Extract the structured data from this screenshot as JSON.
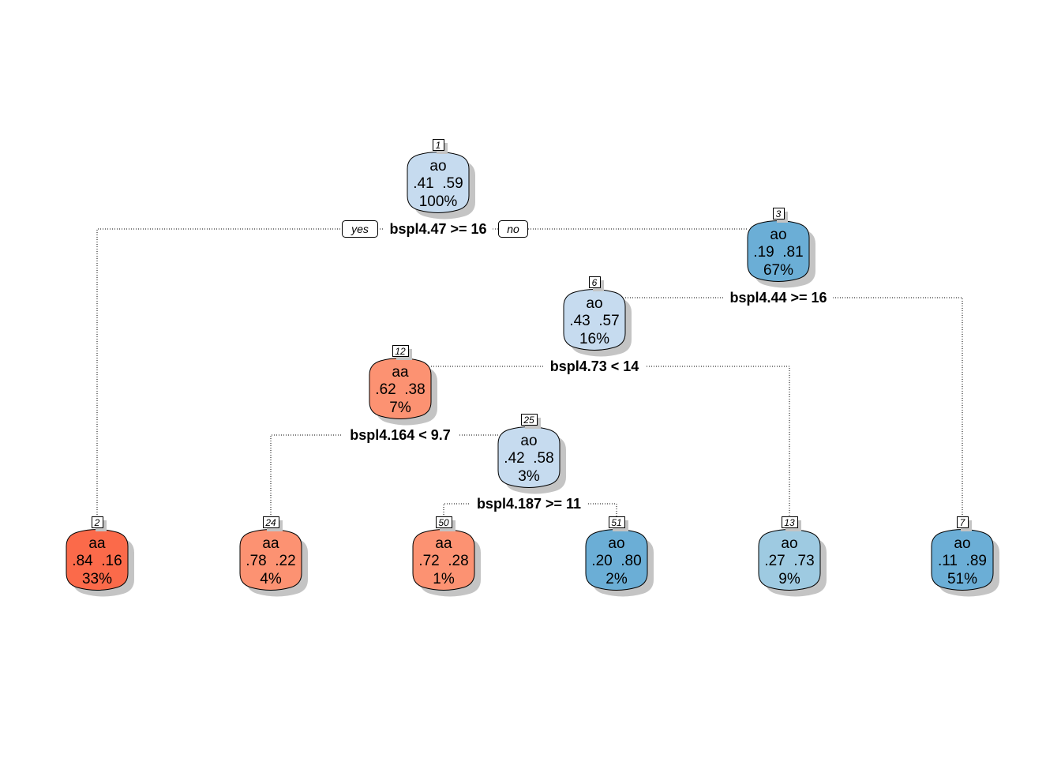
{
  "tree": {
    "yes_label": "yes",
    "no_label": "no",
    "nodes": [
      {
        "id": "1",
        "class": "ao",
        "probs": ".41  .59",
        "pct": "100%",
        "color": "#C6DBEF"
      },
      {
        "id": "3",
        "class": "ao",
        "probs": ".19  .81",
        "pct": "67%",
        "color": "#6BAED6"
      },
      {
        "id": "6",
        "class": "ao",
        "probs": ".43  .57",
        "pct": "16%",
        "color": "#C6DBEF"
      },
      {
        "id": "12",
        "class": "aa",
        "probs": ".62  .38",
        "pct": "7%",
        "color": "#FC9272"
      },
      {
        "id": "25",
        "class": "ao",
        "probs": ".42  .58",
        "pct": "3%",
        "color": "#C6DBEF"
      },
      {
        "id": "2",
        "class": "aa",
        "probs": ".84  .16",
        "pct": "33%",
        "color": "#FB6A4A"
      },
      {
        "id": "24",
        "class": "aa",
        "probs": ".78  .22",
        "pct": "4%",
        "color": "#FC9272"
      },
      {
        "id": "50",
        "class": "aa",
        "probs": ".72  .28",
        "pct": "1%",
        "color": "#FC9272"
      },
      {
        "id": "51",
        "class": "ao",
        "probs": ".20  .80",
        "pct": "2%",
        "color": "#6BAED6"
      },
      {
        "id": "13",
        "class": "ao",
        "probs": ".27  .73",
        "pct": "9%",
        "color": "#9ECAE1"
      },
      {
        "id": "7",
        "class": "ao",
        "probs": ".11  .89",
        "pct": "51%",
        "color": "#6BAED6"
      }
    ],
    "splits": [
      {
        "node": "1",
        "text": "bspl4.47 >= 16"
      },
      {
        "node": "3",
        "text": "bspl4.44 >= 16"
      },
      {
        "node": "6",
        "text": "bspl4.73 < 14"
      },
      {
        "node": "12",
        "text": "bspl4.164 < 9.7"
      },
      {
        "node": "25",
        "text": "bspl4.187 >= 11"
      }
    ]
  }
}
